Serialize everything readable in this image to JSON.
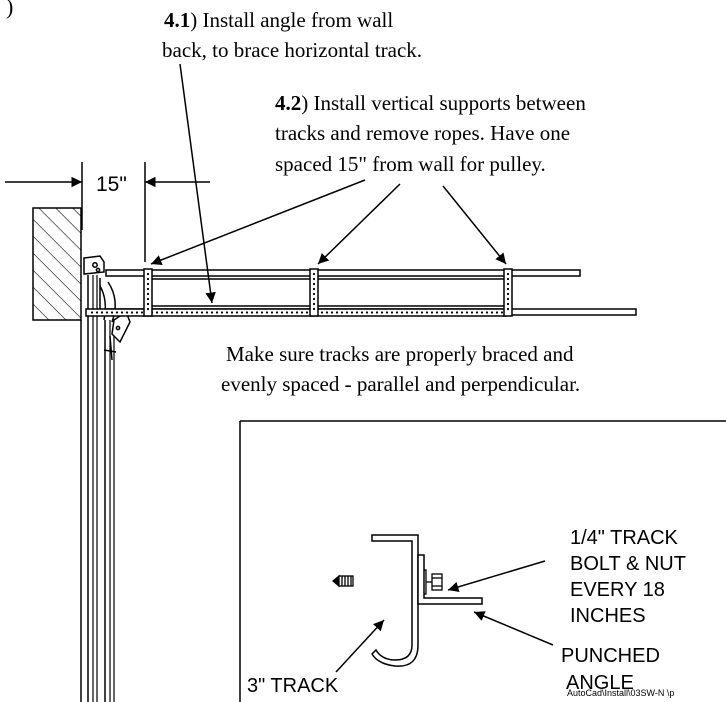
{
  "top_mark": ")",
  "step_4_1": {
    "number": "4.1",
    "line1_rest": ") Install angle from wall",
    "line2": "back, to brace horizontal track."
  },
  "step_4_2": {
    "number": "4.2",
    "line1_rest": ") Install vertical supports between",
    "line2": "tracks and remove ropes. Have one",
    "line3": "spaced 15\" from wall for pulley."
  },
  "dimension": {
    "label": "15\""
  },
  "note": {
    "line1": "Make sure tracks are properly braced and",
    "line2": "evenly spaced - parallel and perpendicular."
  },
  "detail": {
    "bolt_label": [
      "1/4\" TRACK",
      "BOLT & NUT",
      "EVERY 18",
      "INCHES"
    ],
    "angle_label": [
      "PUNCHED",
      "ANGLE"
    ],
    "track_label": "3\" TRACK",
    "file_path": "AutoCad\\Install\\03SW-N \\p"
  },
  "colors": {
    "ink": "#000000",
    "paper": "#ffffff"
  }
}
